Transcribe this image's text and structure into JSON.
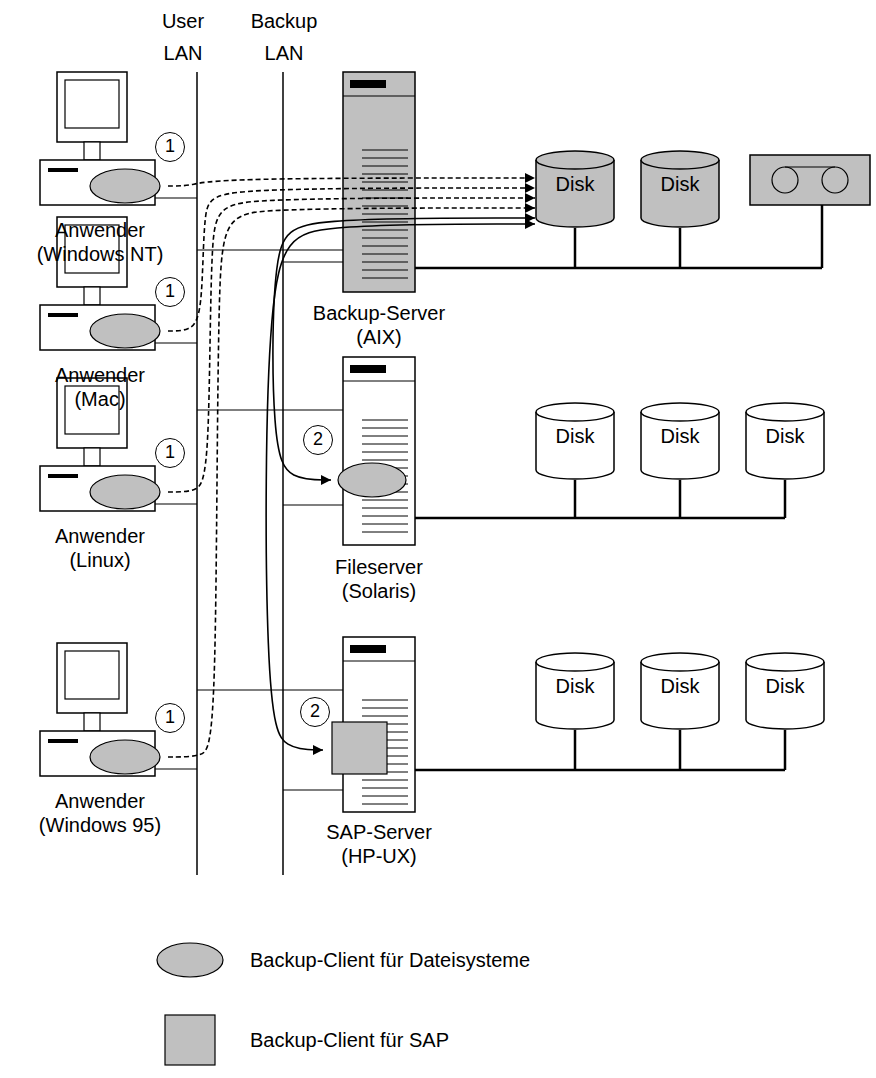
{
  "diagram": {
    "nodes": [
      {
        "text": [
          "Anwender (Windows NT)"
        ]
      },
      {
        "text": [
          "1"
        ]
      },
      {
        "text": [
          "Anwender (Mac)"
        ]
      },
      {
        "text": [
          "1"
        ]
      },
      {
        "text": [
          "Anwender (Linux)"
        ]
      },
      {
        "text": [
          "1"
        ]
      },
      {
        "text": [
          "Anwender (Windows 95)"
        ]
      },
      {
        "text": [
          "1"
        ]
      },
      {
        "text": [
          "Backup-Server (AIX)"
        ]
      },
      {
        "text": [
          "Disk"
        ]
      },
      {
        "text": [
          "Disk"
        ]
      },
      {
        "text": [
          "2"
        ]
      },
      {
        "text": [
          "Fileserver (Solaris)"
        ]
      },
      {
        "text": [
          "Disk"
        ]
      },
      {
        "text": [
          "Disk"
        ]
      },
      {
        "text": [
          "Disk"
        ]
      },
      {
        "text": [
          "2"
        ]
      },
      {
        "text": [
          "SAP-Server (HP-UX)"
        ]
      },
      {
        "text": [
          "Disk"
        ]
      },
      {
        "text": [
          "Disk"
        ]
      },
      {
        "text": [
          "Disk"
        ]
      }
    ],
    "edges": [
      {
        "from": 0,
        "to": 9,
        "arrow": "to"
      },
      {
        "from": 2,
        "to": 9,
        "arrow": "to"
      },
      {
        "from": 4,
        "to": 9,
        "arrow": "to"
      },
      {
        "from": 6,
        "to": 9,
        "arrow": "to"
      },
      {
        "from": 9,
        "to": 12,
        "arrow": "both"
      },
      {
        "from": 9,
        "to": 17,
        "arrow": "both"
      }
    ],
    "labels": [
      "User LAN",
      "Backup LAN"
    ],
    "legend": [
      {
        "text": "Backup-Client für Dateisysteme"
      },
      {
        "text": "Backup-Client für SAP"
      }
    ]
  }
}
